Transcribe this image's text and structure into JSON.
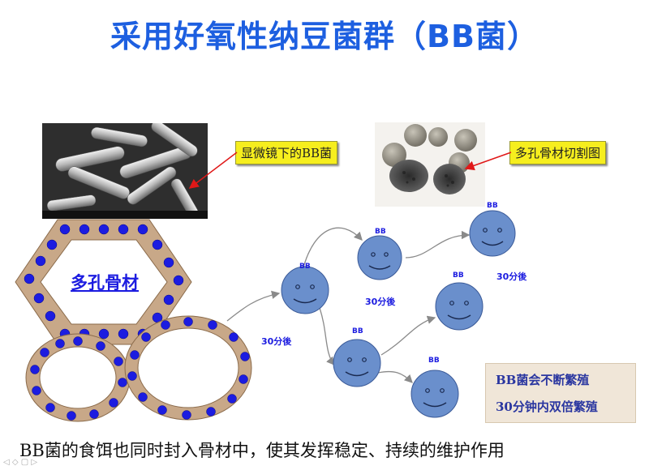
{
  "title": "采用好氧性纳豆菌群（BB菌）",
  "callouts": {
    "microscope": "显微镜下的BB菌",
    "material": "多孔骨材切割图"
  },
  "hexagon_label": "多孔骨材",
  "cell_label": "BB",
  "interval_label": "30分後",
  "note": {
    "line1": "BB菌会不断繁殖",
    "line2": "30分钟内双倍繁殖"
  },
  "bottom_text": "BB菌的食饵也同时封入骨材中，使其发挥稳定、持续的维护作用",
  "nav_glyphs": "◁ ◇ ▢ ▷",
  "colors": {
    "title": "#1d5fe0",
    "callout_bg": "#f6ee1e",
    "ring": "#c8a888",
    "dot": "#1c1ce0",
    "cell": "#6a8fcc",
    "arrow_red": "#e01818"
  }
}
